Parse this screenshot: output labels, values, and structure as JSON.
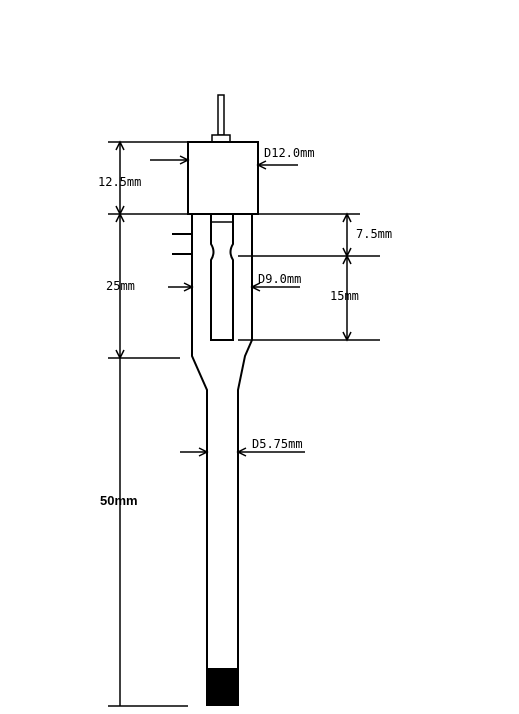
{
  "dimensions": {
    "cap_height": "12.5mm",
    "cap_diameter": "D12.0mm",
    "window_depth": "7.5mm",
    "window_length": "15mm",
    "upper_section": "25mm",
    "inner_diameter": "D9.0mm",
    "tube_diameter": "D5.75mm",
    "tube_length": "50mm"
  }
}
